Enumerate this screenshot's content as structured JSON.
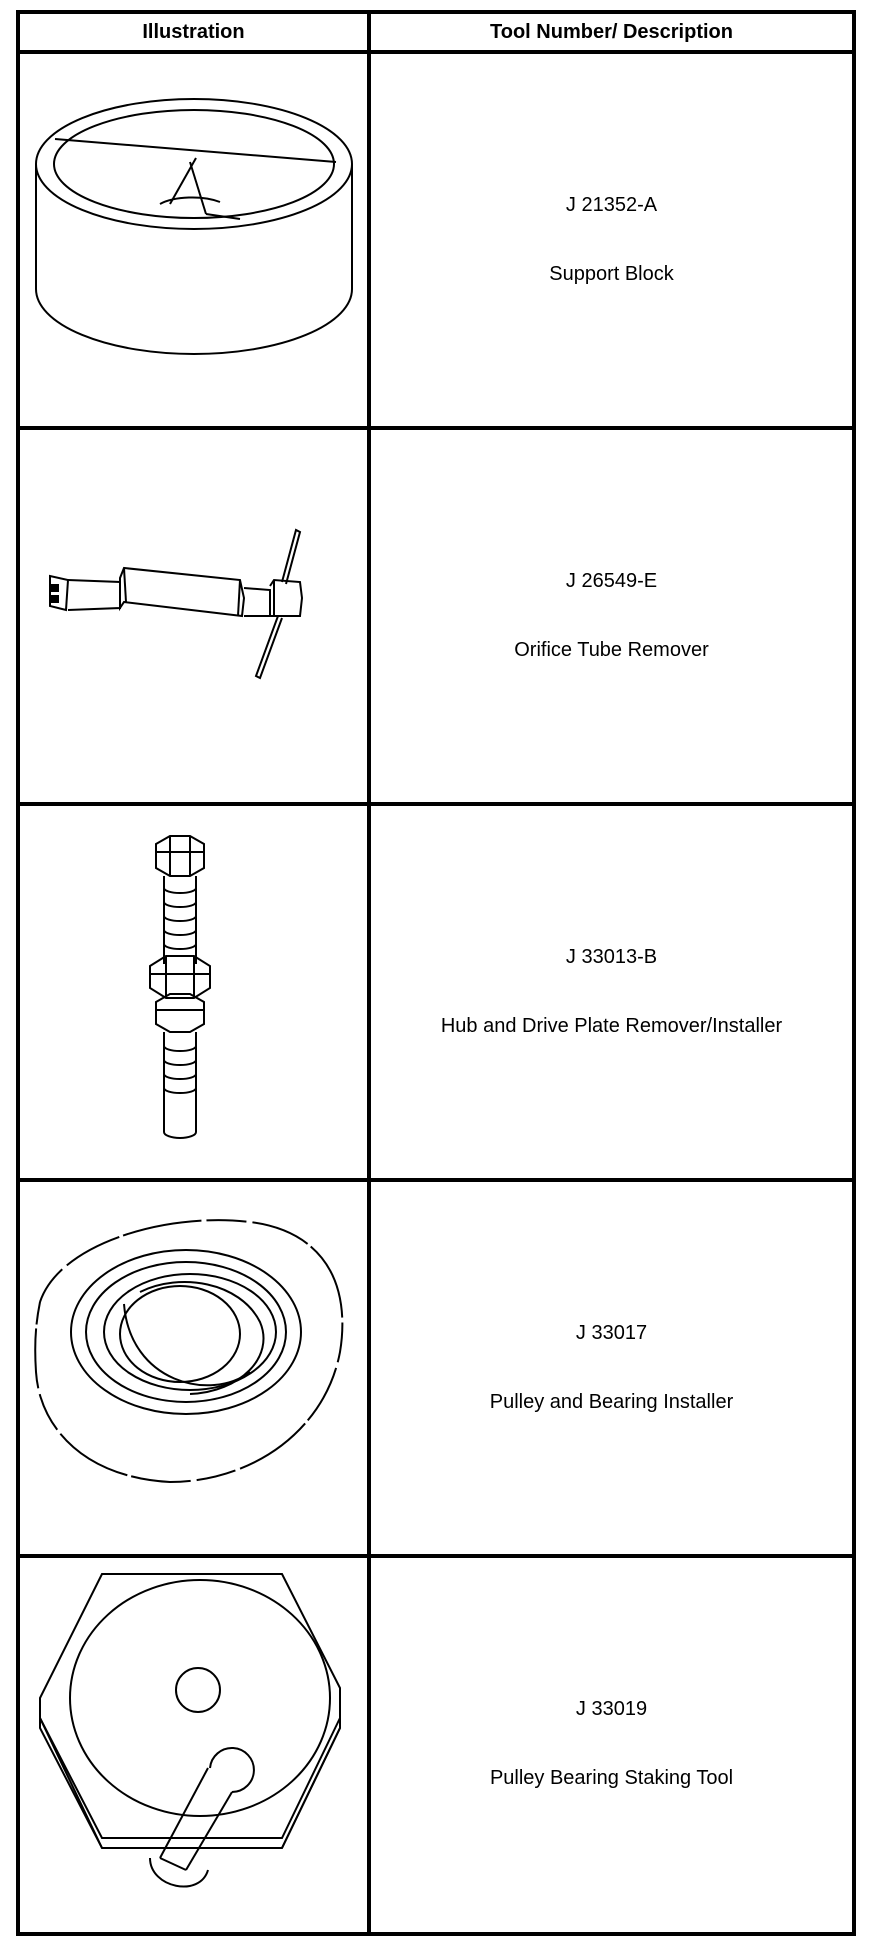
{
  "table": {
    "headers": {
      "illustration": "Illustration",
      "tool": "Tool Number/ Description"
    },
    "rows": [
      {
        "number": "J 21352-A",
        "description": "Support Block",
        "icon": "support-block-icon"
      },
      {
        "number": "J 26549-E",
        "description": "Orifice Tube Remover",
        "icon": "orifice-tube-remover-icon"
      },
      {
        "number": "J 33013-B",
        "description": "Hub and Drive Plate Remover/Installer",
        "icon": "hub-drive-plate-tool-icon"
      },
      {
        "number": "J 33017",
        "description": "Pulley and Bearing Installer",
        "icon": "pulley-bearing-installer-icon"
      },
      {
        "number": "J 33019",
        "description": "Pulley Bearing Staking Tool",
        "icon": "staking-tool-icon"
      }
    ]
  }
}
